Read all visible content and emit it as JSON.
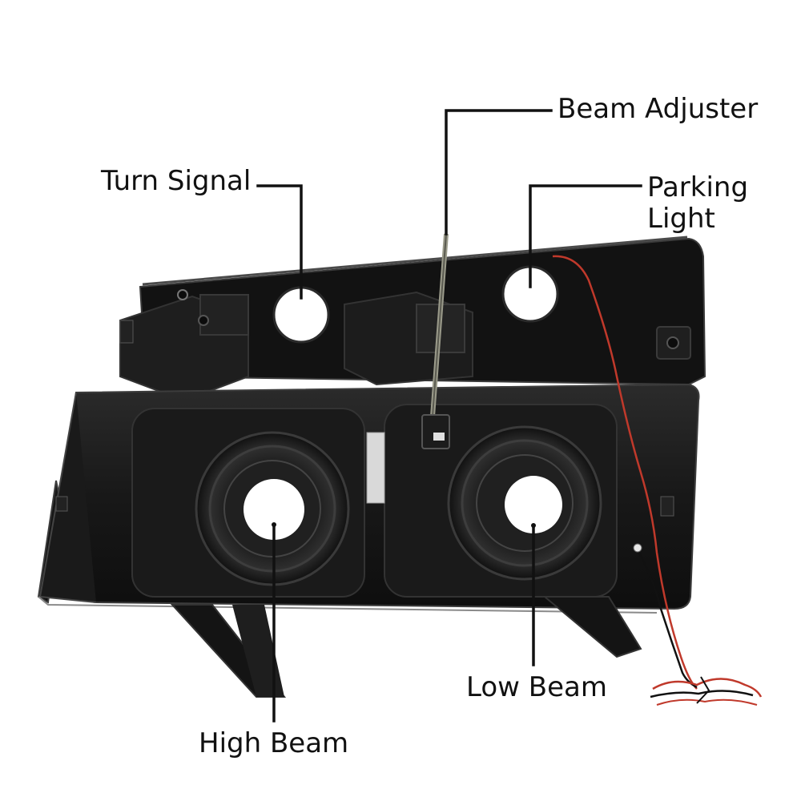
{
  "callouts": {
    "beam_adjuster": "Beam Adjuster",
    "turn_signal": "Turn Signal",
    "parking_light_line1": "Parking",
    "parking_light_line2": "Light",
    "low_beam": "Low Beam",
    "high_beam": "High Beam"
  },
  "colors": {
    "housing": "#141414",
    "housing_highlight": "#2a2a2a",
    "leader_line": "#111111",
    "wire_red": "#c0392b",
    "wire_black": "#111111",
    "bulb_opening": "#ffffff"
  }
}
